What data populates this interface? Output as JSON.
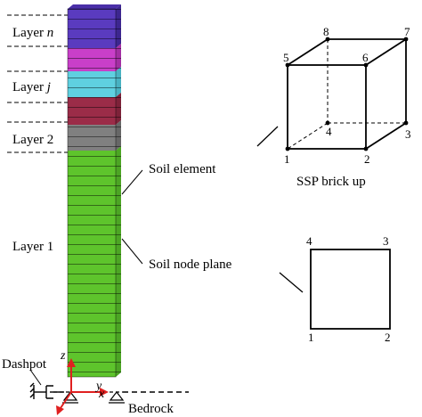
{
  "layers": {
    "layer_n": {
      "prefix": "Layer ",
      "index": "n",
      "color": "#5a3bbf"
    },
    "layer_j": {
      "prefix": "Layer ",
      "index": "j",
      "color": "#5fd0e0"
    },
    "layer_2": {
      "label": "Layer 2",
      "color": "#808080"
    },
    "layer_1": {
      "label": "Layer 1",
      "color": "#5ec42c"
    },
    "magenta_color": "#c93fc9",
    "maroon_color": "#9b2c48"
  },
  "callouts": {
    "soil_element": "Soil element",
    "soil_node_plane": "Soil node plane",
    "dashpot": "Dashpot",
    "bedrock": "Bedrock"
  },
  "axes": {
    "z": "z",
    "y": "y",
    "x": "x",
    "arrow_color": "#e02020"
  },
  "brick": {
    "title": "SSP brick up",
    "nodes": [
      "1",
      "2",
      "3",
      "4",
      "5",
      "6",
      "7",
      "8"
    ]
  },
  "plane": {
    "nodes": [
      "1",
      "2",
      "3",
      "4"
    ]
  }
}
